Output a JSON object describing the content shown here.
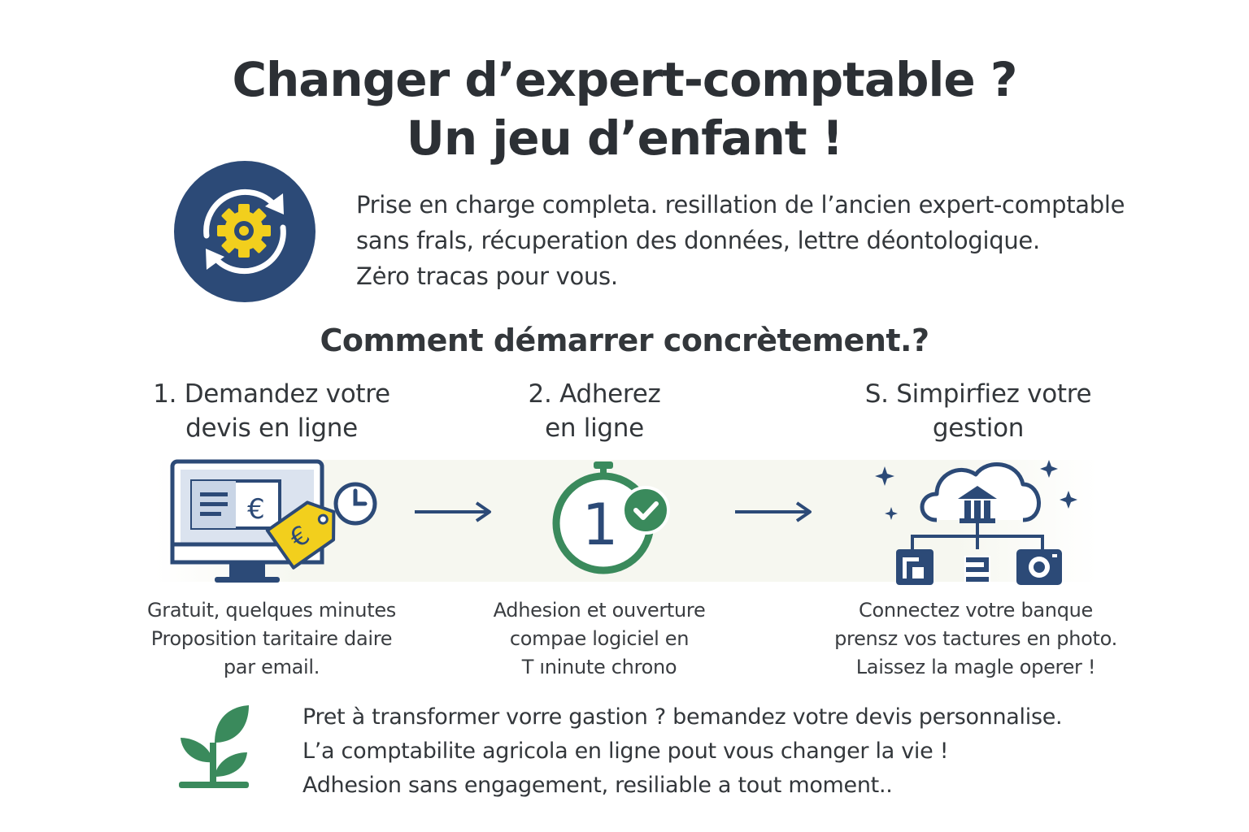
{
  "header": {
    "title_line1": "Changer d’expert-comptable ?",
    "title_line2": "Un jeu d’enfant !"
  },
  "intro": {
    "icon": "sync-gear-icon",
    "lines": [
      "Prise en charge completa. resillation de l’ancien expert-comptable",
      "sans frals, récuperation des données, lettre déontologique.",
      "Zėro tracas pour vous."
    ]
  },
  "section": {
    "title": "Comment démarrer concrètement.?"
  },
  "steps": [
    {
      "title_lines": [
        "1. Demandez votre",
        "devis en ligne"
      ],
      "icon": "computer-quote-icon",
      "desc_lines": [
        "Gratuit, quelques minutes",
        "Proposition taritaire daire",
        "par email."
      ]
    },
    {
      "title_lines": [
        "2. Adherez",
        "en ligne"
      ],
      "icon": "timer-check-icon",
      "timer_digit": "1",
      "desc_lines": [
        "Adhesion et ouverture",
        "compae logiciel en",
        "T ıninute chrono"
      ]
    },
    {
      "title_lines": [
        "S. Simpirfiez votre",
        "gestion"
      ],
      "icon": "cloud-bank-icon",
      "desc_lines": [
        "Connectez votre banque",
        "prensz vos tactures en photo.",
        "Laissez la magle operer !"
      ]
    }
  ],
  "cta": {
    "icon": "plant-sprout-icon",
    "lines": [
      "Pret à transformer vorre gastion ?  bemandez votre devis personnalise.",
      "L’a comptabilite agricola en ligne pout vous changer la vie !",
      "Adhesion sans engagement, resiliable a tout moment.."
    ]
  },
  "colors": {
    "navy": "#2c4a77",
    "yellow": "#f2cf1d",
    "green": "#3a8a5c",
    "text": "#33373b"
  }
}
